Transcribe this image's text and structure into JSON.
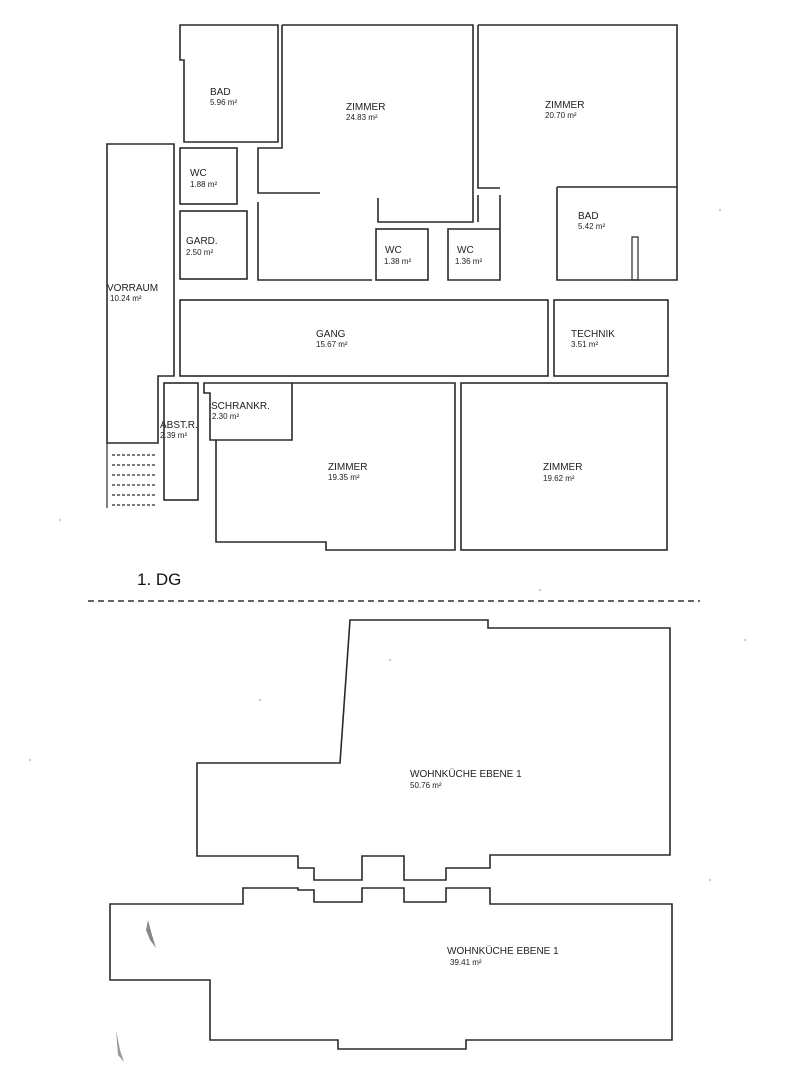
{
  "floor_label": "1. DG",
  "rooms": {
    "bad_1": {
      "name": "BAD",
      "area": "5.96 m²"
    },
    "zimmer_1": {
      "name": "ZIMMER",
      "area": "24.83 m²"
    },
    "zimmer_2": {
      "name": "ZIMMER",
      "area": "20.70 m²"
    },
    "wc_1": {
      "name": "WC",
      "area": "1.88 m²"
    },
    "gard": {
      "name": "GARD.",
      "area": "2.50 m²"
    },
    "wc_2": {
      "name": "WC",
      "area": "1.38 m²"
    },
    "wc_3": {
      "name": "WC",
      "area": "1.36 m²"
    },
    "bad_2": {
      "name": "BAD",
      "area": "5.42 m²"
    },
    "vorraum": {
      "name": "VORRAUM",
      "area": "10.24 m²"
    },
    "gang": {
      "name": "GANG",
      "area": "15.67 m²"
    },
    "technik": {
      "name": "TECHNIK",
      "area": "3.51 m²"
    },
    "abstr": {
      "name": "ABST.R.",
      "area": "2.39 m²"
    },
    "schrankr": {
      "name": "SCHRANKR.",
      "area": "2.30 m²"
    },
    "zimmer_3": {
      "name": "ZIMMER",
      "area": "19.35 m²"
    },
    "zimmer_4": {
      "name": "ZIMMER",
      "area": "19.62 m²"
    },
    "wohnkueche_1": {
      "name": "WOHNKÜCHE EBENE 1",
      "area": "50.76 m²"
    },
    "wohnkueche_2": {
      "name": "WOHNKÜCHE EBENE 1",
      "area": "39.41 m²"
    }
  }
}
